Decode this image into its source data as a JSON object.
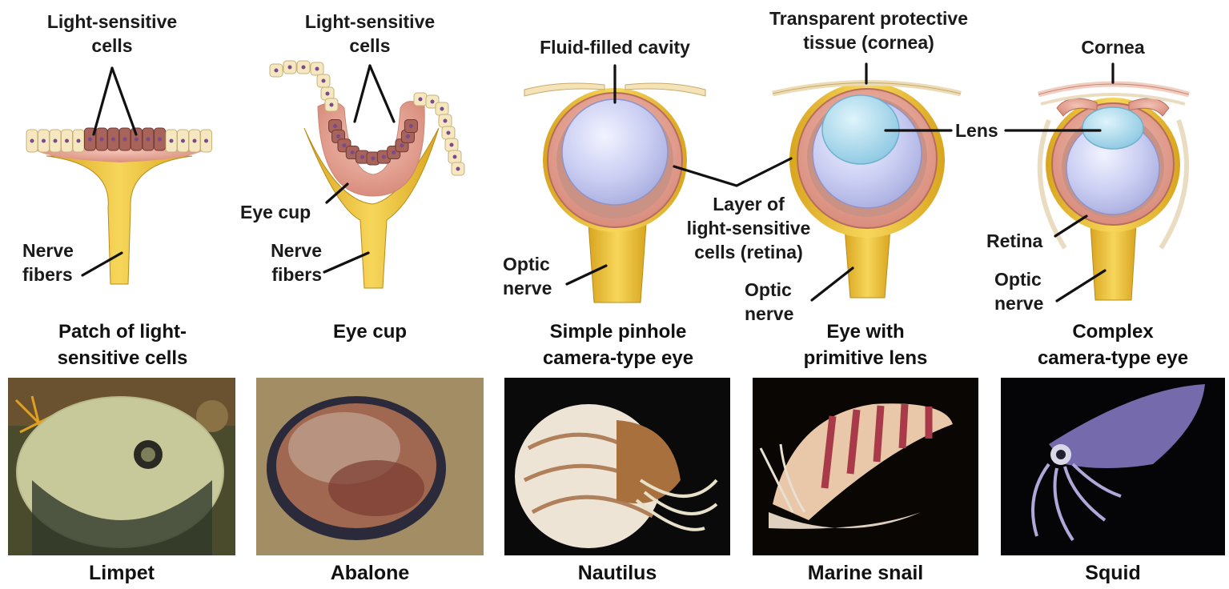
{
  "colors": {
    "nerve_yellow": "#f0c53a",
    "tissue_pink": "#e8a89a",
    "photoreceptor_brown": "#9a5a50",
    "fluid_lavender": "#c8cdf0",
    "lens_blue": "#9fd3ea",
    "cell_cream": "#f5e8c0",
    "leader_black": "#111111"
  },
  "stages": [
    {
      "title": "Patch of light-\nsensitive cells",
      "animal": "Limpet",
      "labels": {
        "cells": "Light-sensitive\ncells",
        "fibers": "Nerve\nfibers"
      }
    },
    {
      "title": "Eye cup",
      "animal": "Abalone",
      "labels": {
        "cells": "Light-sensitive\ncells",
        "cup": "Eye cup",
        "fibers": "Nerve\nfibers"
      }
    },
    {
      "title": "Simple pinhole\ncamera-type eye",
      "animal": "Nautilus",
      "labels": {
        "cavity": "Fluid-filled cavity",
        "nerve": "Optic\nnerve"
      }
    },
    {
      "title": "Eye with\nprimitive lens",
      "animal": "Marine snail",
      "labels": {
        "cornea": "Transparent protective\ntissue (cornea)",
        "lens": "Lens",
        "nerve": "Optic\nnerve"
      }
    },
    {
      "title": "Complex\ncamera-type eye",
      "animal": "Squid",
      "labels": {
        "cornea": "Cornea",
        "retina": "Retina",
        "nerve": "Optic\nnerve"
      }
    }
  ],
  "shared_labels": {
    "retina_layer": "Layer of\nlight-sensitive\ncells (retina)"
  },
  "icons": {
    "limpet": "limpet-photo",
    "abalone": "abalone-photo",
    "nautilus": "nautilus-photo",
    "snail": "marine-snail-photo",
    "squid": "squid-photo"
  }
}
